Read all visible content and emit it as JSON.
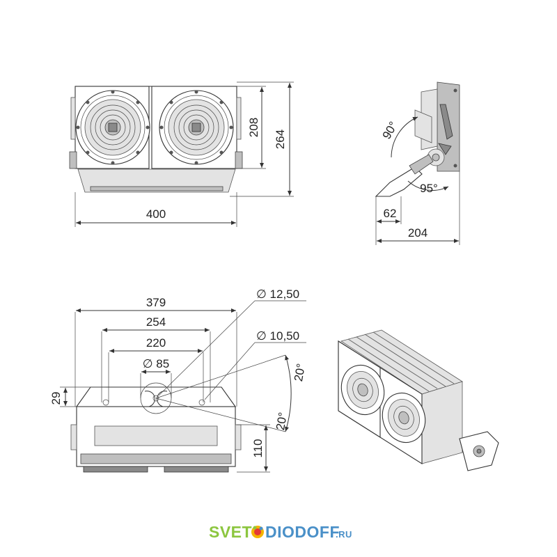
{
  "dimensions": {
    "front_width": "400",
    "front_lens_height": "208",
    "front_total_height": "264",
    "side_angle_up": "90°",
    "side_angle_down": "95°",
    "side_bracket": "62",
    "side_depth": "204",
    "bottom_width_379": "379",
    "bottom_width_254": "254",
    "bottom_width_220": "220",
    "hole_diameter_85": "∅ 85",
    "hole_diameter_1250": "∅ 12,50",
    "hole_diameter_1050": "∅ 10,50",
    "angle_20_a": "20°",
    "angle_20_b": "20°",
    "height_29": "29",
    "height_110": "110"
  },
  "logo": {
    "part1": "SVET",
    "part2": "DIODOFF",
    "suffix": ".RU",
    "colors": {
      "green": "#8cc63f",
      "blue": "#4a90c8"
    }
  }
}
